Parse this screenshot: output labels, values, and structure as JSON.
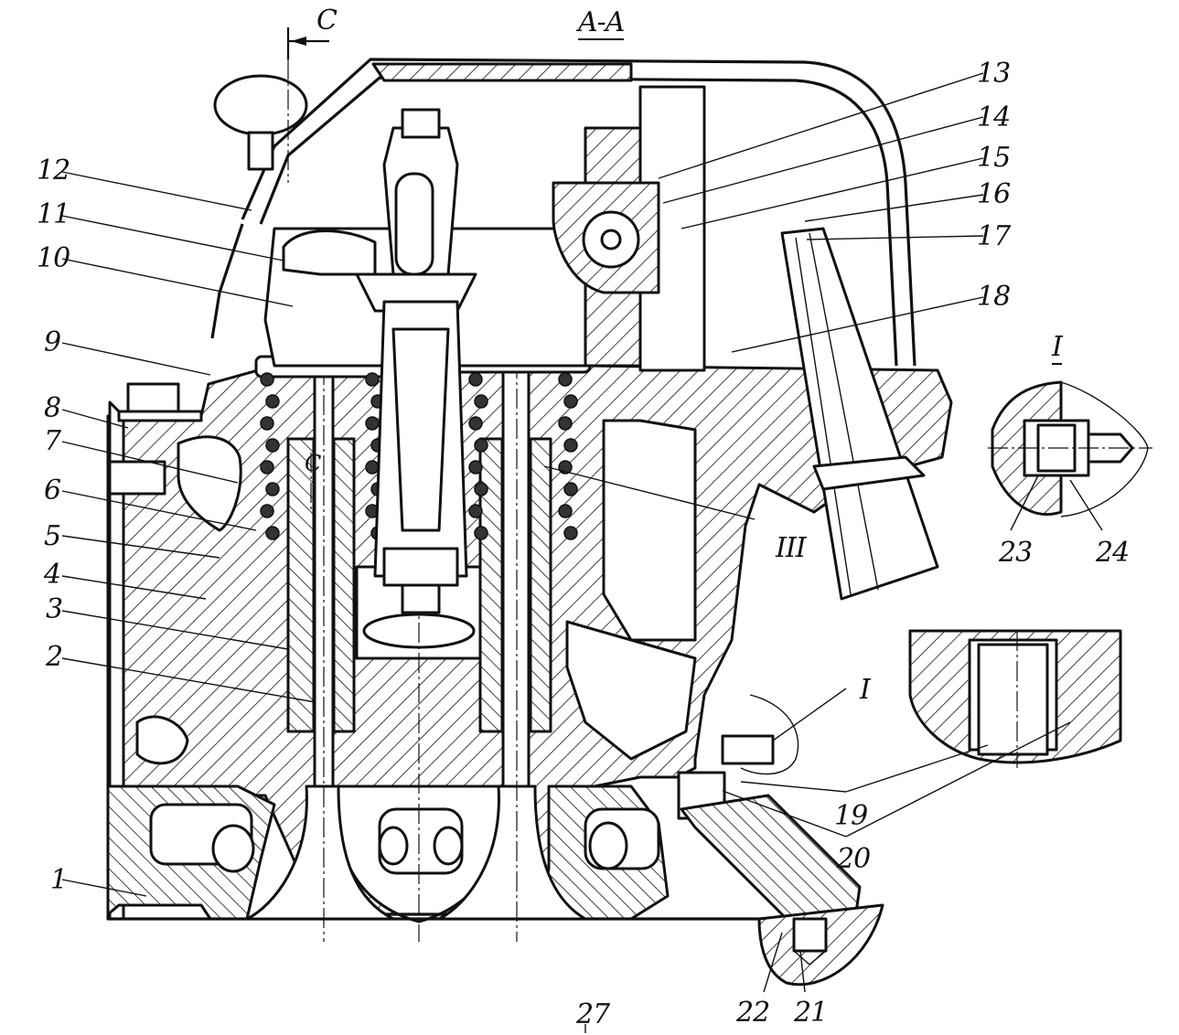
{
  "title": "A-A",
  "section_marker": {
    "label": "C",
    "arrow": "left-arrow"
  },
  "section_c_inner": "C",
  "detail_title": "I",
  "detail_ref_circle": "I",
  "detail_ref_III": "III",
  "page_number": "27",
  "callouts": [
    {
      "id": "1",
      "label": "1"
    },
    {
      "id": "2",
      "label": "2"
    },
    {
      "id": "3",
      "label": "3"
    },
    {
      "id": "4",
      "label": "4"
    },
    {
      "id": "5",
      "label": "5"
    },
    {
      "id": "6",
      "label": "6"
    },
    {
      "id": "7",
      "label": "7"
    },
    {
      "id": "8",
      "label": "8"
    },
    {
      "id": "9",
      "label": "9"
    },
    {
      "id": "10",
      "label": "10"
    },
    {
      "id": "11",
      "label": "11"
    },
    {
      "id": "12",
      "label": "12"
    },
    {
      "id": "13",
      "label": "13"
    },
    {
      "id": "14",
      "label": "14"
    },
    {
      "id": "15",
      "label": "15"
    },
    {
      "id": "16",
      "label": "16"
    },
    {
      "id": "17",
      "label": "17"
    },
    {
      "id": "18",
      "label": "18"
    },
    {
      "id": "19",
      "label": "19"
    },
    {
      "id": "20",
      "label": "20"
    },
    {
      "id": "21",
      "label": "21"
    },
    {
      "id": "22",
      "label": "22"
    },
    {
      "id": "23",
      "label": "23"
    },
    {
      "id": "24",
      "label": "24"
    }
  ]
}
